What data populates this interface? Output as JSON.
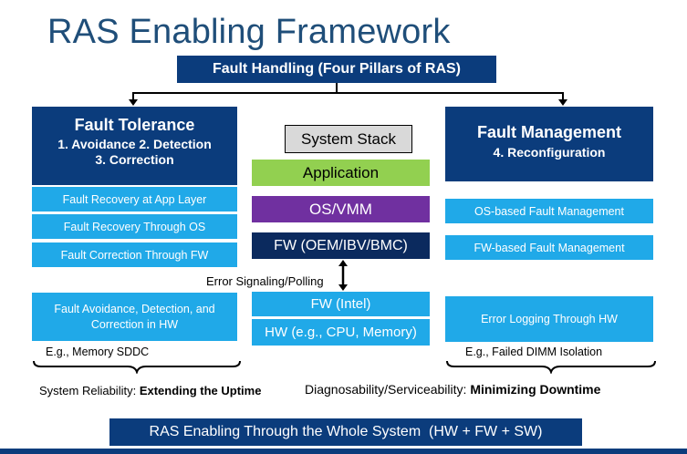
{
  "title": "RAS Enabling Framework",
  "top_banner": "Fault Handling (Four Pillars of RAS)",
  "left": {
    "heading": "Fault Tolerance",
    "line1": "1. Avoidance 2. Detection",
    "line2": "3. Correction",
    "items": [
      "Fault Recovery at App Layer",
      "Fault Recovery Through OS",
      "Fault Correction Through FW"
    ],
    "hw_item": "Fault Avoidance, Detection, and Correction in HW",
    "example": "E.g., Memory SDDC",
    "caption_prefix": "System Reliability: ",
    "caption_bold": "Extending the Uptime"
  },
  "center": {
    "stack_label": "System Stack",
    "layers": [
      {
        "label": "Application",
        "color": "#92d050"
      },
      {
        "label": "OS/VMM",
        "color": "#7030a0"
      },
      {
        "label": "FW (OEM/IBV/BMC)",
        "color": "#0b2a5e"
      }
    ],
    "signal_label": "Error Signaling/Polling",
    "lower_layers": [
      {
        "label": "FW (Intel)",
        "color": "#20a9e8"
      },
      {
        "label": "HW (e.g., CPU, Memory)",
        "color": "#20a9e8"
      }
    ]
  },
  "right": {
    "heading": "Fault Management",
    "line1": "4. Reconfiguration",
    "items": [
      "OS-based Fault Management",
      "FW-based Fault Management"
    ],
    "hw_item": "Error Logging Through HW",
    "example": "E.g., Failed DIMM Isolation",
    "caption_prefix": "Diagnosability/Serviceability: ",
    "caption_bold": "Minimizing Downtime"
  },
  "bottom_banner": "RAS Enabling Through the Whole System  (HW + FW + SW)"
}
